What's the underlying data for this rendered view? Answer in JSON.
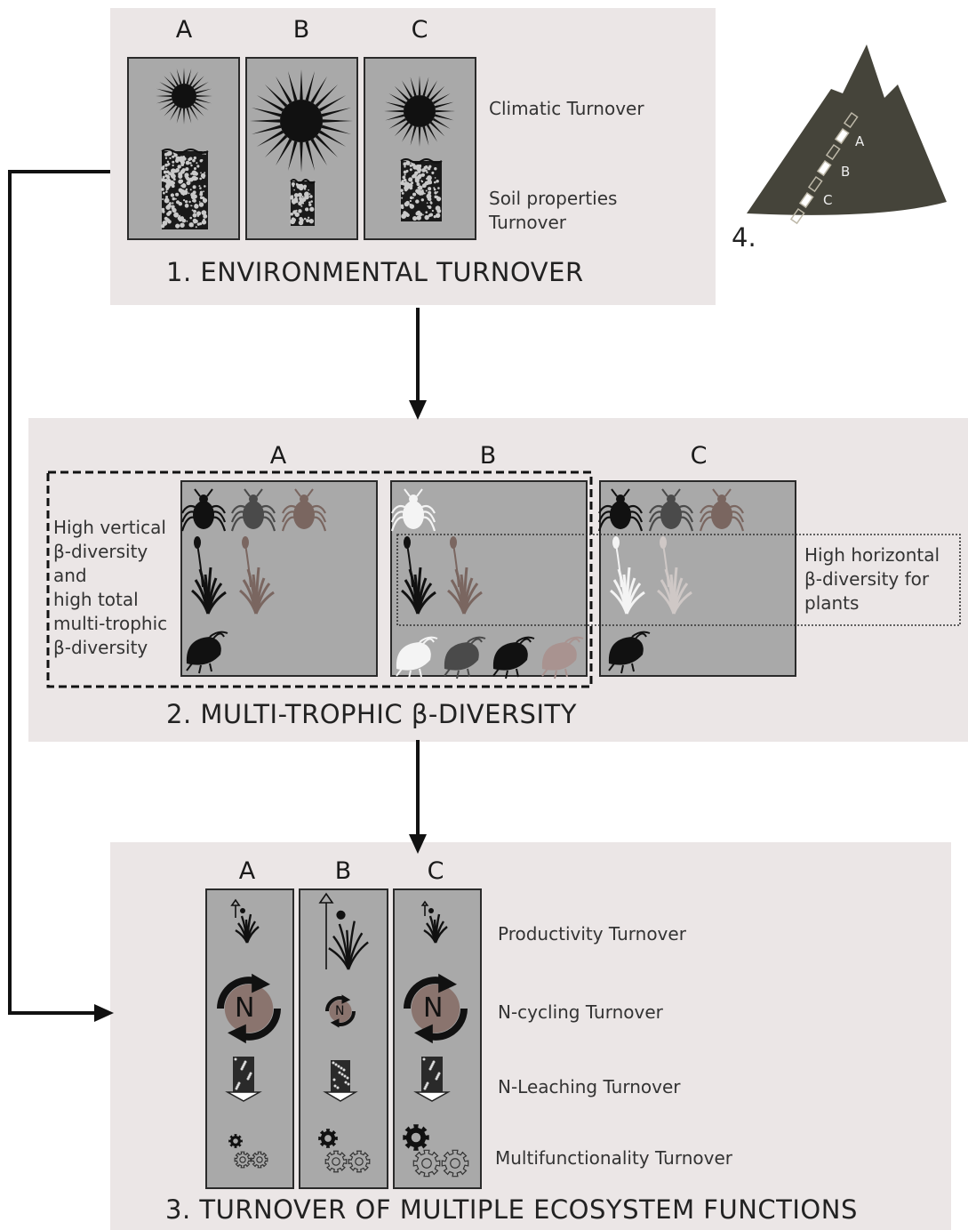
{
  "colors": {
    "panel": "#ebe6e6",
    "box": "#a9a9a9",
    "dark": "#111111",
    "mid": "#4a4a4a",
    "brown": "#7a6660",
    "pink": "#a99390",
    "white": "#f4f4f4",
    "mountain": "#45443a"
  },
  "env": {
    "title": "1. ENVIRONMENTAL TURNOVER",
    "columns": [
      "A",
      "B",
      "C"
    ],
    "row_labels": [
      "Climatic Turnover",
      "Soil properties\nTurnover"
    ]
  },
  "mountain": {
    "label": "4.",
    "site_labels": [
      "A",
      "B",
      "C"
    ]
  },
  "mtd": {
    "title": "2. MULTI-TROPHIC β-DIVERSITY",
    "columns": [
      "A",
      "B",
      "C"
    ],
    "vertical_note": "High vertical\nβ-diversity\nand\nhigh total\nmulti-trophic\nβ-diversity",
    "horizontal_note": "High horizontal\nβ-diversity for\nplants"
  },
  "funcs": {
    "title": "3. TURNOVER OF MULTIPLE ECOSYSTEM FUNCTIONS",
    "columns": [
      "A",
      "B",
      "C"
    ],
    "row_labels": [
      "Productivity Turnover",
      "N-cycling Turnover",
      "N-Leaching Turnover",
      "Multifunctionality Turnover"
    ],
    "n_symbol": "N"
  }
}
